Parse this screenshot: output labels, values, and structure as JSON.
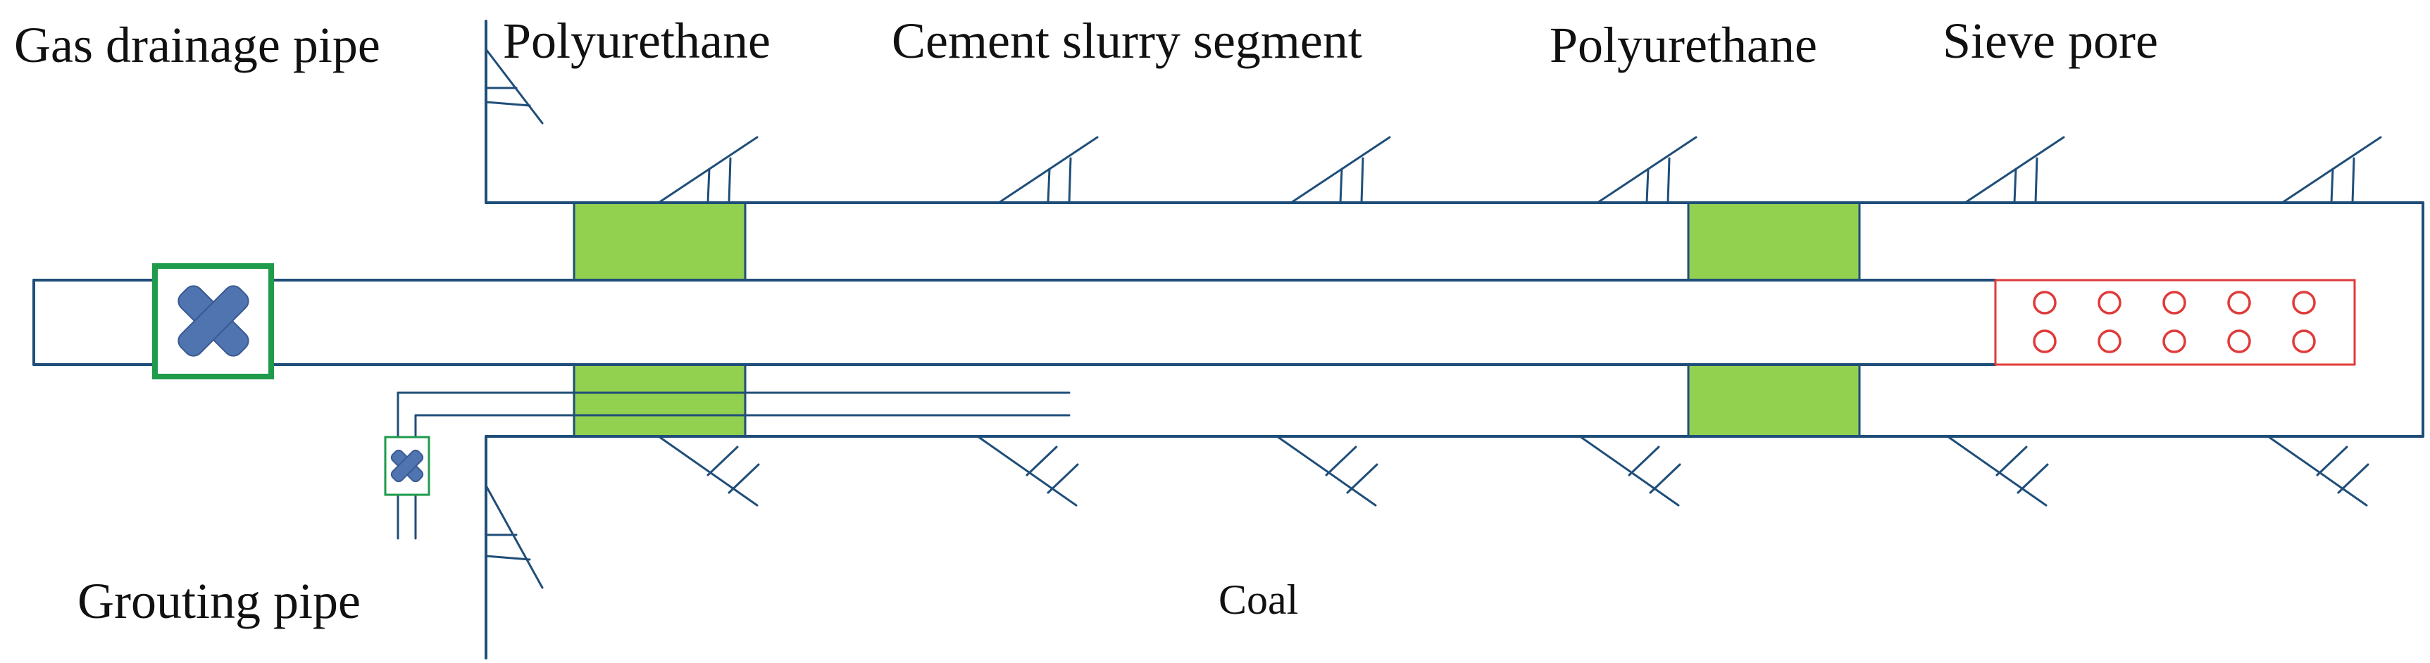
{
  "labels": {
    "gas_drainage_pipe": "Gas drainage pipe",
    "polyurethane_left": "Polyurethane",
    "cement_slurry_segment": "Cement slurry segment",
    "polyurethane_right": "Polyurethane",
    "sieve_pore": "Sieve pore",
    "grouting_pipe": "Grouting pipe",
    "coal": "Coal"
  },
  "colors": {
    "line": "#1f4e79",
    "polyurethane_fill": "#92d050",
    "valve": "#4f74b0",
    "valve_frame": "#1e9b4b",
    "sieve": "#e03a3a"
  },
  "icons": {
    "main_valve": "x-valve-icon",
    "grout_valve": "x-valve-icon",
    "pore": "circle-icon"
  },
  "sieve_pores": {
    "rows": 2,
    "columns": 5
  }
}
